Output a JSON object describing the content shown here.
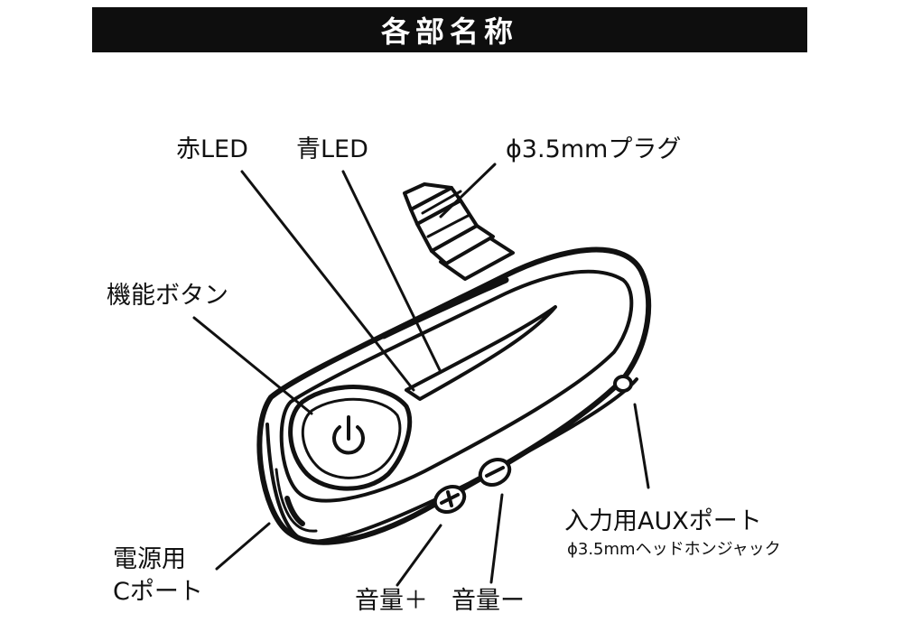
{
  "title": "各部名称",
  "labels": {
    "red_led": "赤LED",
    "blue_led": "青LED",
    "plug": "ϕ3.5mmプラグ",
    "function_button": "機能ボタン",
    "aux_port": "入力用AUXポート",
    "aux_port_sub": "ϕ3.5mmヘッドホンジャック",
    "power_port_line1": "電源用",
    "power_port_line2": "Cポート",
    "volume_up": "音量＋",
    "volume_down": "音量ー"
  },
  "colors": {
    "ink": "#111111",
    "title_bg": "#0e0e0e",
    "title_fg": "#ffffff"
  }
}
